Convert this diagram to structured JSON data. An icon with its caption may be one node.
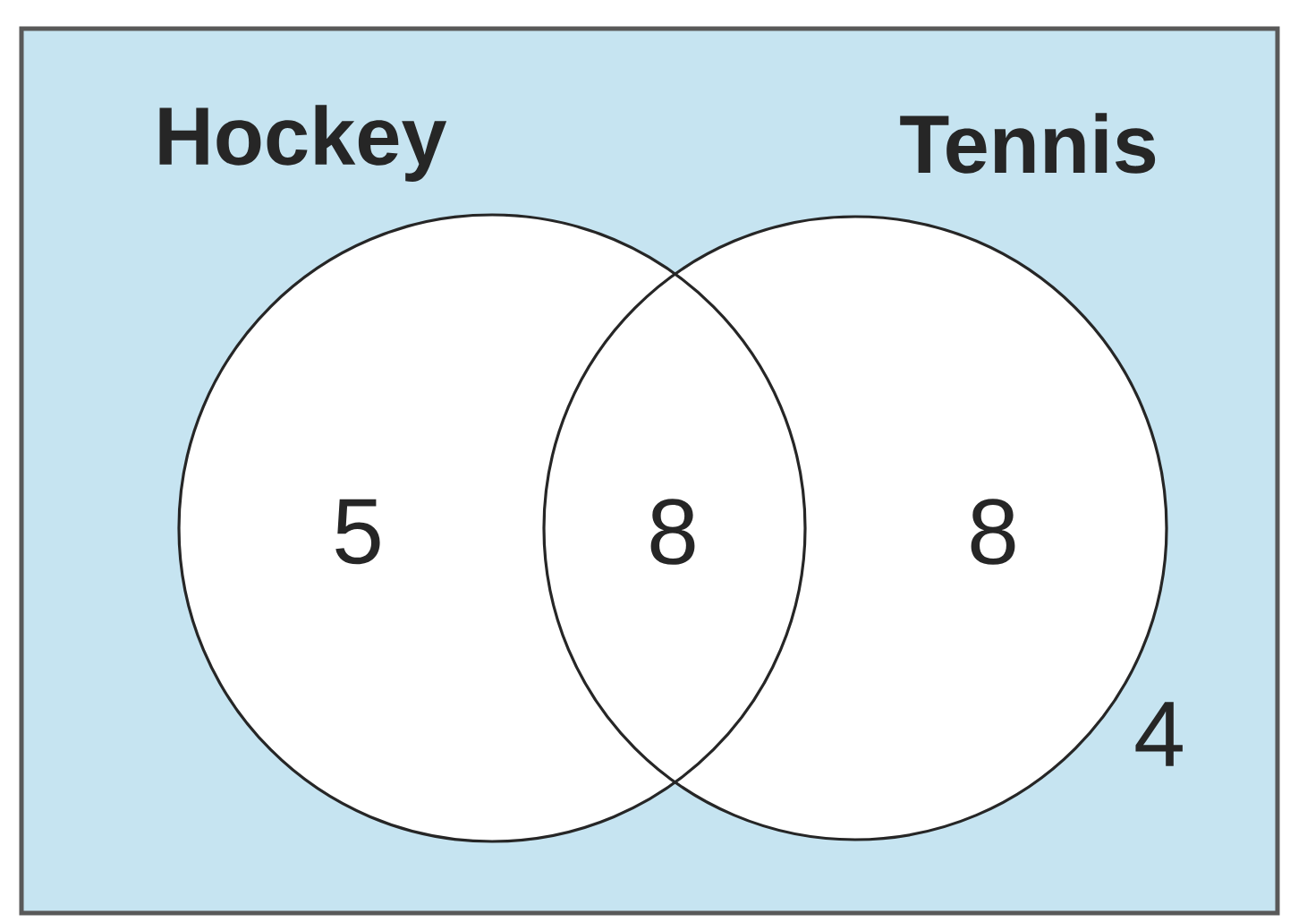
{
  "diagram": {
    "nodes": [
      {
        "text": [
          "Hockey"
        ]
      },
      {
        "text": [
          "Tennis"
        ]
      }
    ],
    "labels": [
      "5",
      "8",
      "8",
      "4"
    ]
  }
}
